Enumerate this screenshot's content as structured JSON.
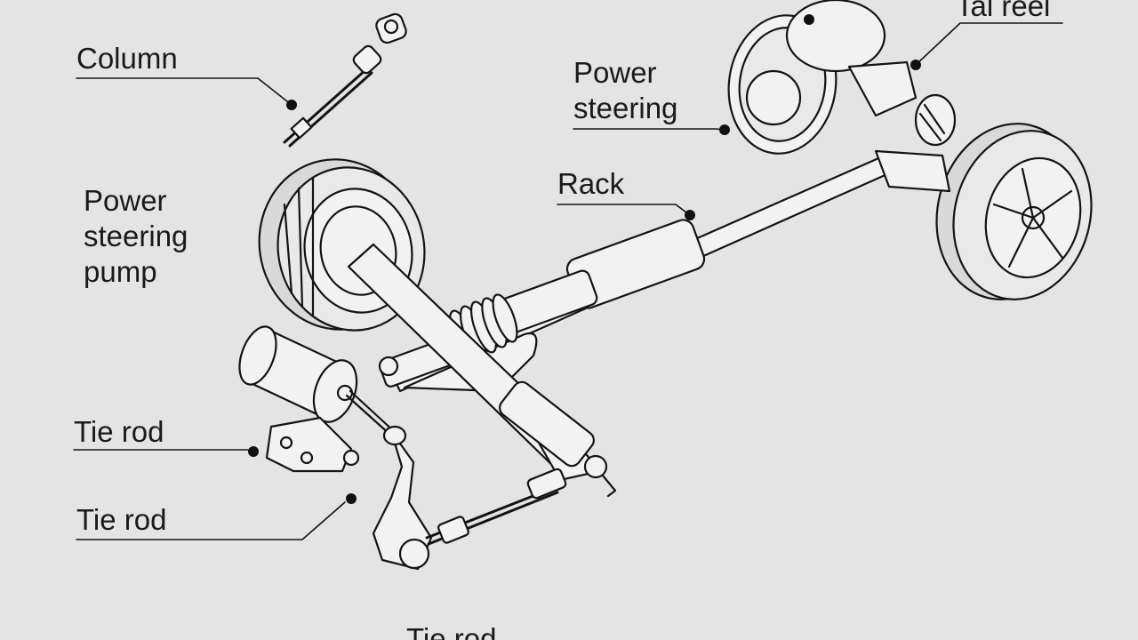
{
  "labels": {
    "column": "Column",
    "power_steering_top": [
      "Power",
      "steering"
    ],
    "tal_reel": "Tal reel",
    "rack": "Rack",
    "power_steering_pump": [
      "Power",
      "steering",
      "pump"
    ],
    "tie_rod_1": "Tie rod",
    "tie_rod_2": "Tie rod",
    "tie_rod_3": "Tie rod"
  },
  "colors": {
    "background": "#e4e4e4",
    "line": "#141414",
    "part_fill": "#f2f2f2",
    "tire_fill": "#d9d9d9"
  }
}
